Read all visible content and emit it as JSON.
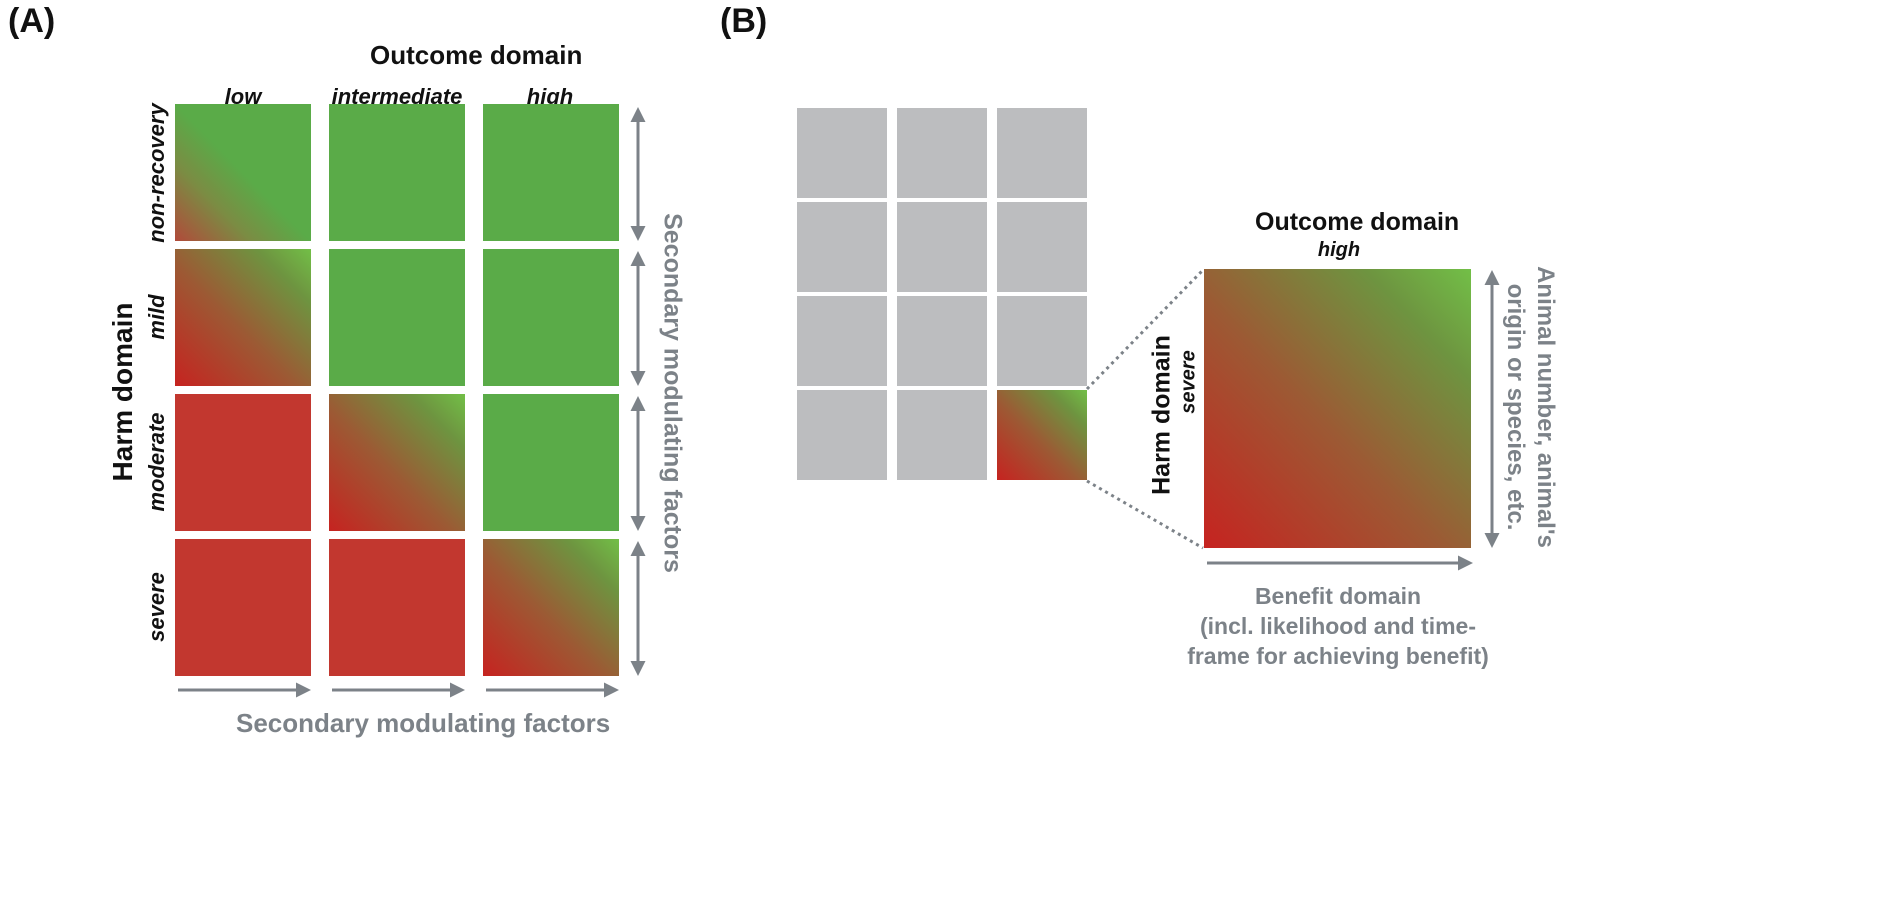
{
  "panel_a": {
    "label": "(A)",
    "title": "Outcome domain",
    "columns": [
      "low",
      "intermediate",
      "high"
    ],
    "rows": [
      "non-recovery",
      "mild",
      "moderate",
      "severe"
    ],
    "y_title": "Harm domain",
    "right_label": "Secondary modulating factors",
    "bottom_label": "Secondary modulating factors"
  },
  "panel_b": {
    "label": "(B)",
    "title": "Outcome domain",
    "subtitle": "high",
    "y_title": "Harm domain",
    "y_subtitle": "severe",
    "right_label_line1": "Animal number, animal's",
    "right_label_line2": "origin or species, etc.",
    "bottom_label_line1": "Benefit domain",
    "bottom_label_line2": "(incl. likelihood and time-",
    "bottom_label_line3": "frame for achieving benefit)"
  },
  "colors": {
    "green": "#5aab48",
    "red": "#c2372f",
    "grey": "#bcbdbf",
    "arrow": "#7c8288"
  }
}
